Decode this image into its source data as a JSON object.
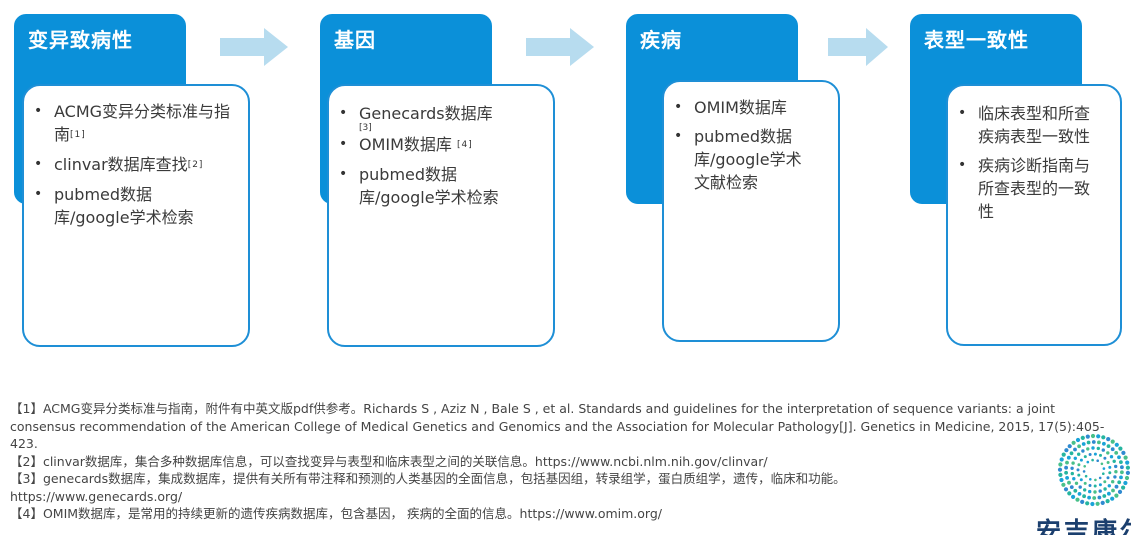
{
  "stages": [
    {
      "title": "变异致病性",
      "items": [
        {
          "text": "ACMG变异分类标准与指南",
          "ref": "[1]"
        },
        {
          "text": "clinvar数据库查找",
          "ref": "[2]"
        },
        {
          "text": "pubmed数据库/google学术检索",
          "ref": ""
        }
      ]
    },
    {
      "title": "基因",
      "items": [
        {
          "text": "Genecards数据库",
          "ref": "[3]"
        },
        {
          "text": "OMIM数据库",
          "ref": "[4]"
        },
        {
          "text": "pubmed数据库/google学术检索",
          "ref": ""
        }
      ]
    },
    {
      "title": "疾病",
      "items": [
        {
          "text": "OMIM数据库",
          "ref": ""
        },
        {
          "text": "pubmed数据库/google学术文献检索",
          "ref": ""
        }
      ]
    },
    {
      "title": "表型一致性",
      "items": [
        {
          "text": "临床表型和所查疾病表型一致性",
          "ref": ""
        },
        {
          "text": "疾病诊断指南与所查表型的一致性",
          "ref": ""
        }
      ]
    }
  ],
  "references": [
    "【1】ACMG变异分类标准与指南，附件有中英文版pdf供参考。Richards S , Aziz N , Bale S , et al. Standards and guidelines for the interpretation of sequence variants: a joint consensus recommendation of the American College of Medical Genetics and Genomics and the Association for Molecular Pathology[J]. Genetics in Medicine, 2015, 17(5):405-423.",
    "【2】clinvar数据库，集合多种数据库信息，可以查找变异与表型和临床表型之间的关联信息。https://www.ncbi.nlm.nih.gov/clinvar/",
    "【3】genecards数据库，集成数据库，提供有关所有带注释和预测的人类基因的全面信息，包括基因组，转录组学，蛋白质组学，遗传，临床和功能。https://www.genecards.org/",
    "【4】OMIM数据库，是常用的持续更新的遗传疾病数据库，包含基因， 疾病的全面的信息。https://www.omim.org/"
  ],
  "logo": {
    "text": "安吉康尔"
  },
  "colors": {
    "header": "#0b90d9",
    "card_border": "#1e8fd6",
    "arrow": "#b7dcef"
  }
}
